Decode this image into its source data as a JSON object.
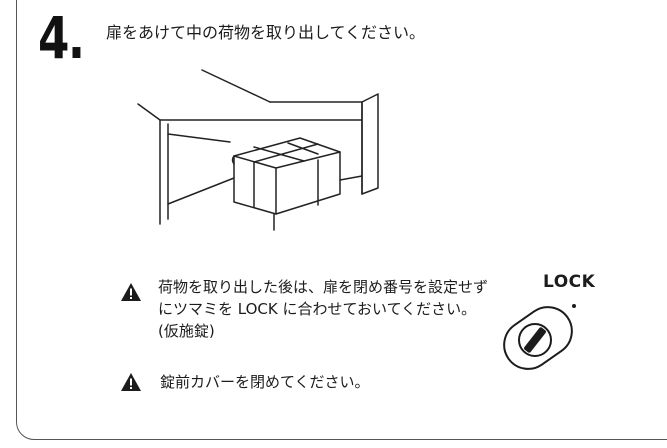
{
  "step": {
    "number": "4.",
    "instruction": "扉をあけて中の荷物を取り出してください。"
  },
  "notes": [
    {
      "icon": "warning-icon",
      "text": "荷物を取り出した後は、扉を閉め番号を設定せずにツマミを LOCK に合わせておいてください。(仮施錠)"
    },
    {
      "icon": "warning-icon",
      "text": "錠前カバーを閉めてください。"
    }
  ],
  "lock": {
    "label": "LOCK"
  }
}
